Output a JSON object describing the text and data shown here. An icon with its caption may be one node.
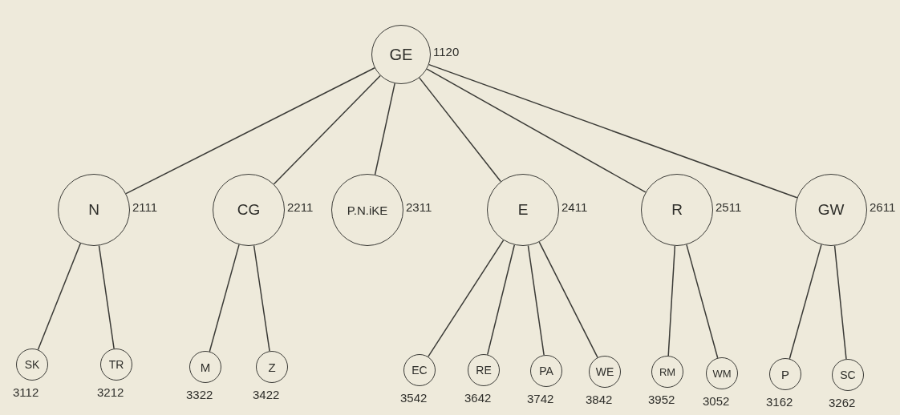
{
  "diagram": {
    "nodes": [
      {
        "text": [
          "GE"
        ],
        "beside": [
          "1120"
        ]
      },
      {
        "text": [
          "N"
        ],
        "beside": [
          "2111"
        ]
      },
      {
        "text": [
          "CG"
        ],
        "beside": [
          "2211"
        ]
      },
      {
        "text": [
          "P.N.iKE"
        ],
        "beside": [
          "2311"
        ]
      },
      {
        "text": [
          "E"
        ],
        "beside": [
          "2411"
        ]
      },
      {
        "text": [
          "R"
        ],
        "beside": [
          "2511"
        ]
      },
      {
        "text": [
          "GW"
        ],
        "beside": [
          "2611"
        ]
      },
      {
        "text": [
          "SK"
        ],
        "beside": [
          "3112"
        ]
      },
      {
        "text": [
          "TR"
        ],
        "beside": [
          "3212"
        ]
      },
      {
        "text": [
          "M"
        ],
        "beside": [
          "3322"
        ]
      },
      {
        "text": [
          "Z"
        ],
        "beside": [
          "3422"
        ]
      },
      {
        "text": [
          "EC"
        ],
        "beside": [
          "3542"
        ]
      },
      {
        "text": [
          "RE"
        ],
        "beside": [
          "3642"
        ]
      },
      {
        "text": [
          "PA"
        ],
        "beside": [
          "3742"
        ]
      },
      {
        "text": [
          "WE"
        ],
        "beside": [
          "3842"
        ]
      },
      {
        "text": [
          "RM"
        ],
        "beside": [
          "3952"
        ]
      },
      {
        "text": [
          "WM"
        ],
        "beside": [
          "3052"
        ]
      },
      {
        "text": [
          "P"
        ],
        "beside": [
          "3162"
        ]
      },
      {
        "text": [
          "SC"
        ],
        "beside": [
          "3262"
        ]
      }
    ],
    "edges": [
      {
        "from": 0,
        "to": 1,
        "arrow": "none"
      },
      {
        "from": 0,
        "to": 2,
        "arrow": "none"
      },
      {
        "from": 0,
        "to": 3,
        "arrow": "none"
      },
      {
        "from": 0,
        "to": 4,
        "arrow": "none"
      },
      {
        "from": 0,
        "to": 5,
        "arrow": "none"
      },
      {
        "from": 0,
        "to": 6,
        "arrow": "none"
      },
      {
        "from": 1,
        "to": 7,
        "arrow": "none"
      },
      {
        "from": 1,
        "to": 8,
        "arrow": "none"
      },
      {
        "from": 2,
        "to": 9,
        "arrow": "none"
      },
      {
        "from": 2,
        "to": 10,
        "arrow": "none"
      },
      {
        "from": 4,
        "to": 11,
        "arrow": "none"
      },
      {
        "from": 4,
        "to": 12,
        "arrow": "none"
      },
      {
        "from": 4,
        "to": 13,
        "arrow": "none"
      },
      {
        "from": 4,
        "to": 14,
        "arrow": "none"
      },
      {
        "from": 5,
        "to": 15,
        "arrow": "none"
      },
      {
        "from": 5,
        "to": 16,
        "arrow": "none"
      },
      {
        "from": 6,
        "to": 17,
        "arrow": "none"
      },
      {
        "from": 6,
        "to": 18,
        "arrow": "none"
      }
    ]
  }
}
